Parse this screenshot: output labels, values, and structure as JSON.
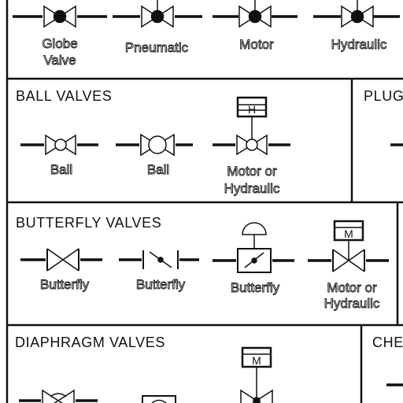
{
  "top_row": {
    "labels": [
      [
        "Globe",
        "Valve"
      ],
      [
        "Pneumatic"
      ],
      [
        "Motor"
      ],
      [
        "Hydraulic"
      ]
    ]
  },
  "ball_valves": {
    "header": "BALL VALVES",
    "labels": [
      [
        "Ball"
      ],
      [
        "Ball"
      ],
      [
        "Motor or",
        "Hydraulic"
      ]
    ],
    "actuator_letter": "H"
  },
  "plug_valves": {
    "header": "PLUG"
  },
  "butterfly_valves": {
    "header": "BUTTERFLY VALVES",
    "labels": [
      [
        "Butterfly"
      ],
      [
        "Butterfly"
      ],
      [
        "Butterfly"
      ],
      [
        "Motor or",
        "Hydraulic"
      ]
    ],
    "actuator_letter": "M"
  },
  "diaphragm_valves": {
    "header": "DIAPHRAGM VALVES",
    "actuator_letter": "M"
  },
  "check_valves": {
    "header": "CHE"
  }
}
